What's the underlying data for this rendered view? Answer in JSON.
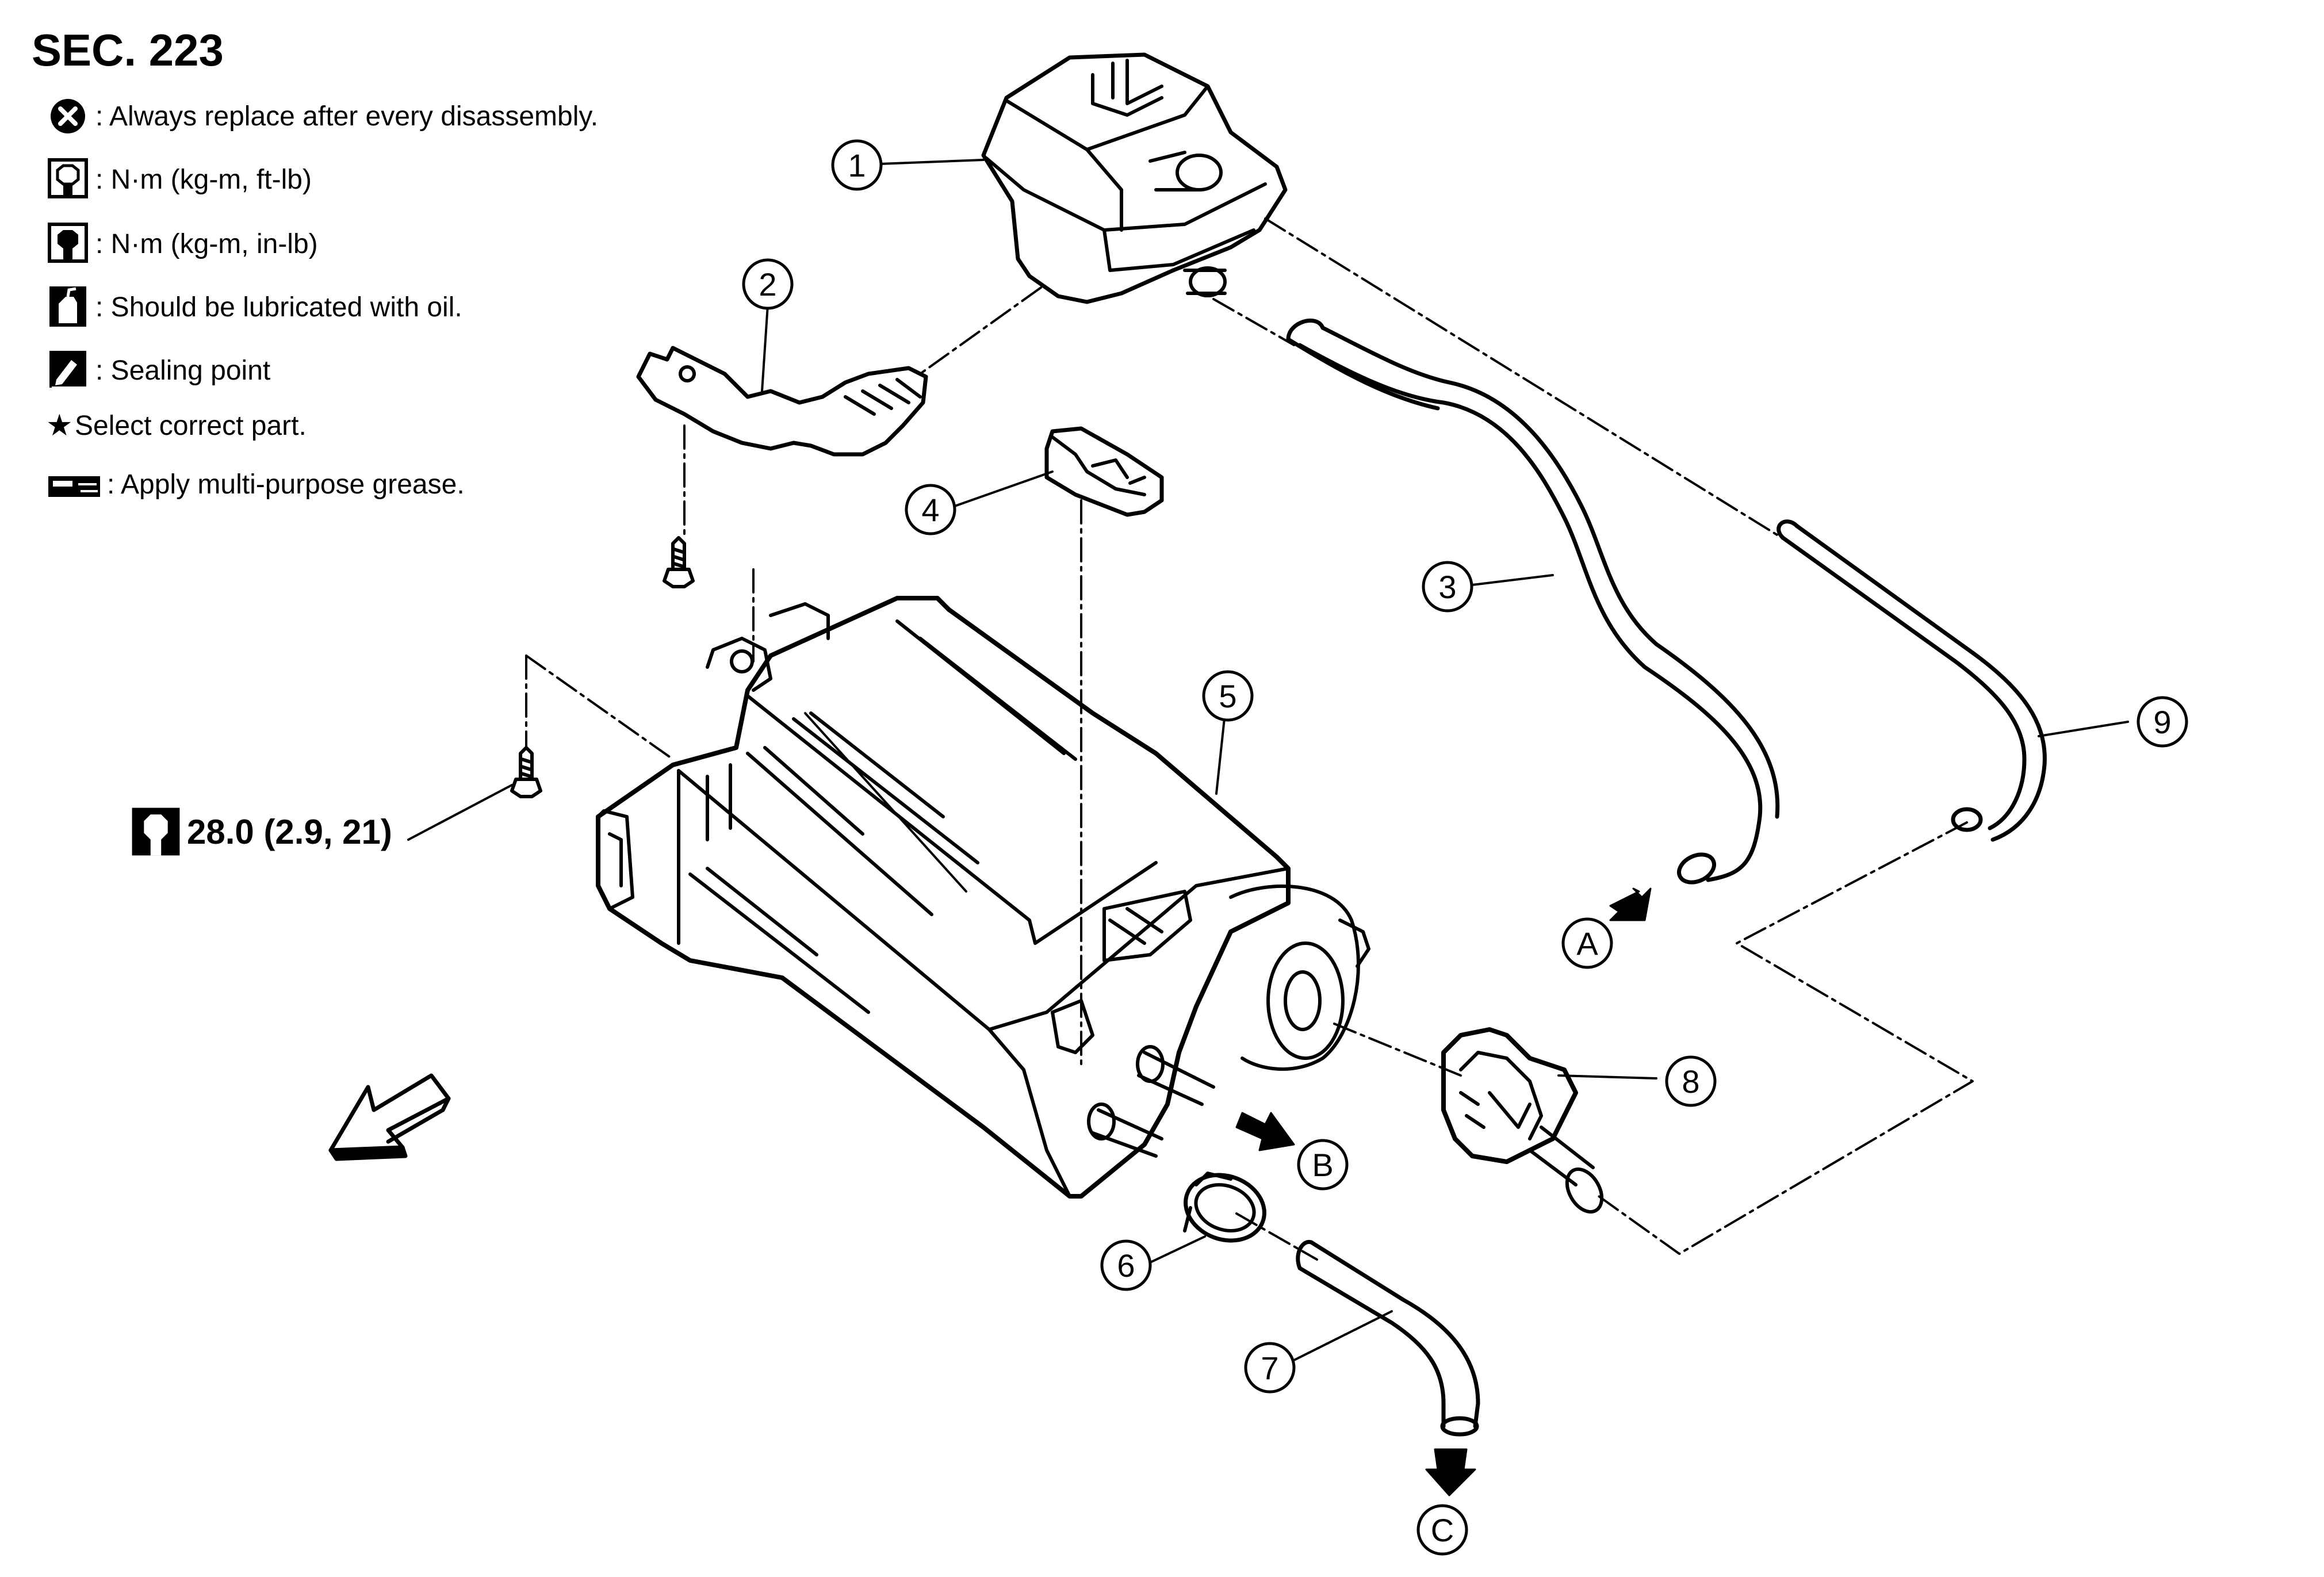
{
  "section_title": "SEC. 223",
  "legend": [
    {
      "icon": "replace-icon",
      "text": ": Always replace after every disassembly."
    },
    {
      "icon": "torque-ftlb-icon",
      "text": ": N·m (kg-m, ft-lb)"
    },
    {
      "icon": "torque-inlb-icon",
      "text": ": N·m (kg-m, in-lb)"
    },
    {
      "icon": "oil-can-icon",
      "text": ": Should be lubricated with oil."
    },
    {
      "icon": "sealing-icon",
      "text": ": Sealing point"
    },
    {
      "icon": "star-icon",
      "text": "Select correct part."
    },
    {
      "icon": "grease-icon",
      "text": ": Apply multi-purpose grease."
    }
  ],
  "star_glyph": "★",
  "torque_spec": "28.0 (2.9, 21)",
  "callouts": [
    "1",
    "2",
    "3",
    "4",
    "5",
    "6",
    "7",
    "8",
    "9"
  ],
  "arrows": [
    "A",
    "B",
    "C"
  ],
  "colors": {
    "line": "#000000",
    "background": "#ffffff"
  }
}
